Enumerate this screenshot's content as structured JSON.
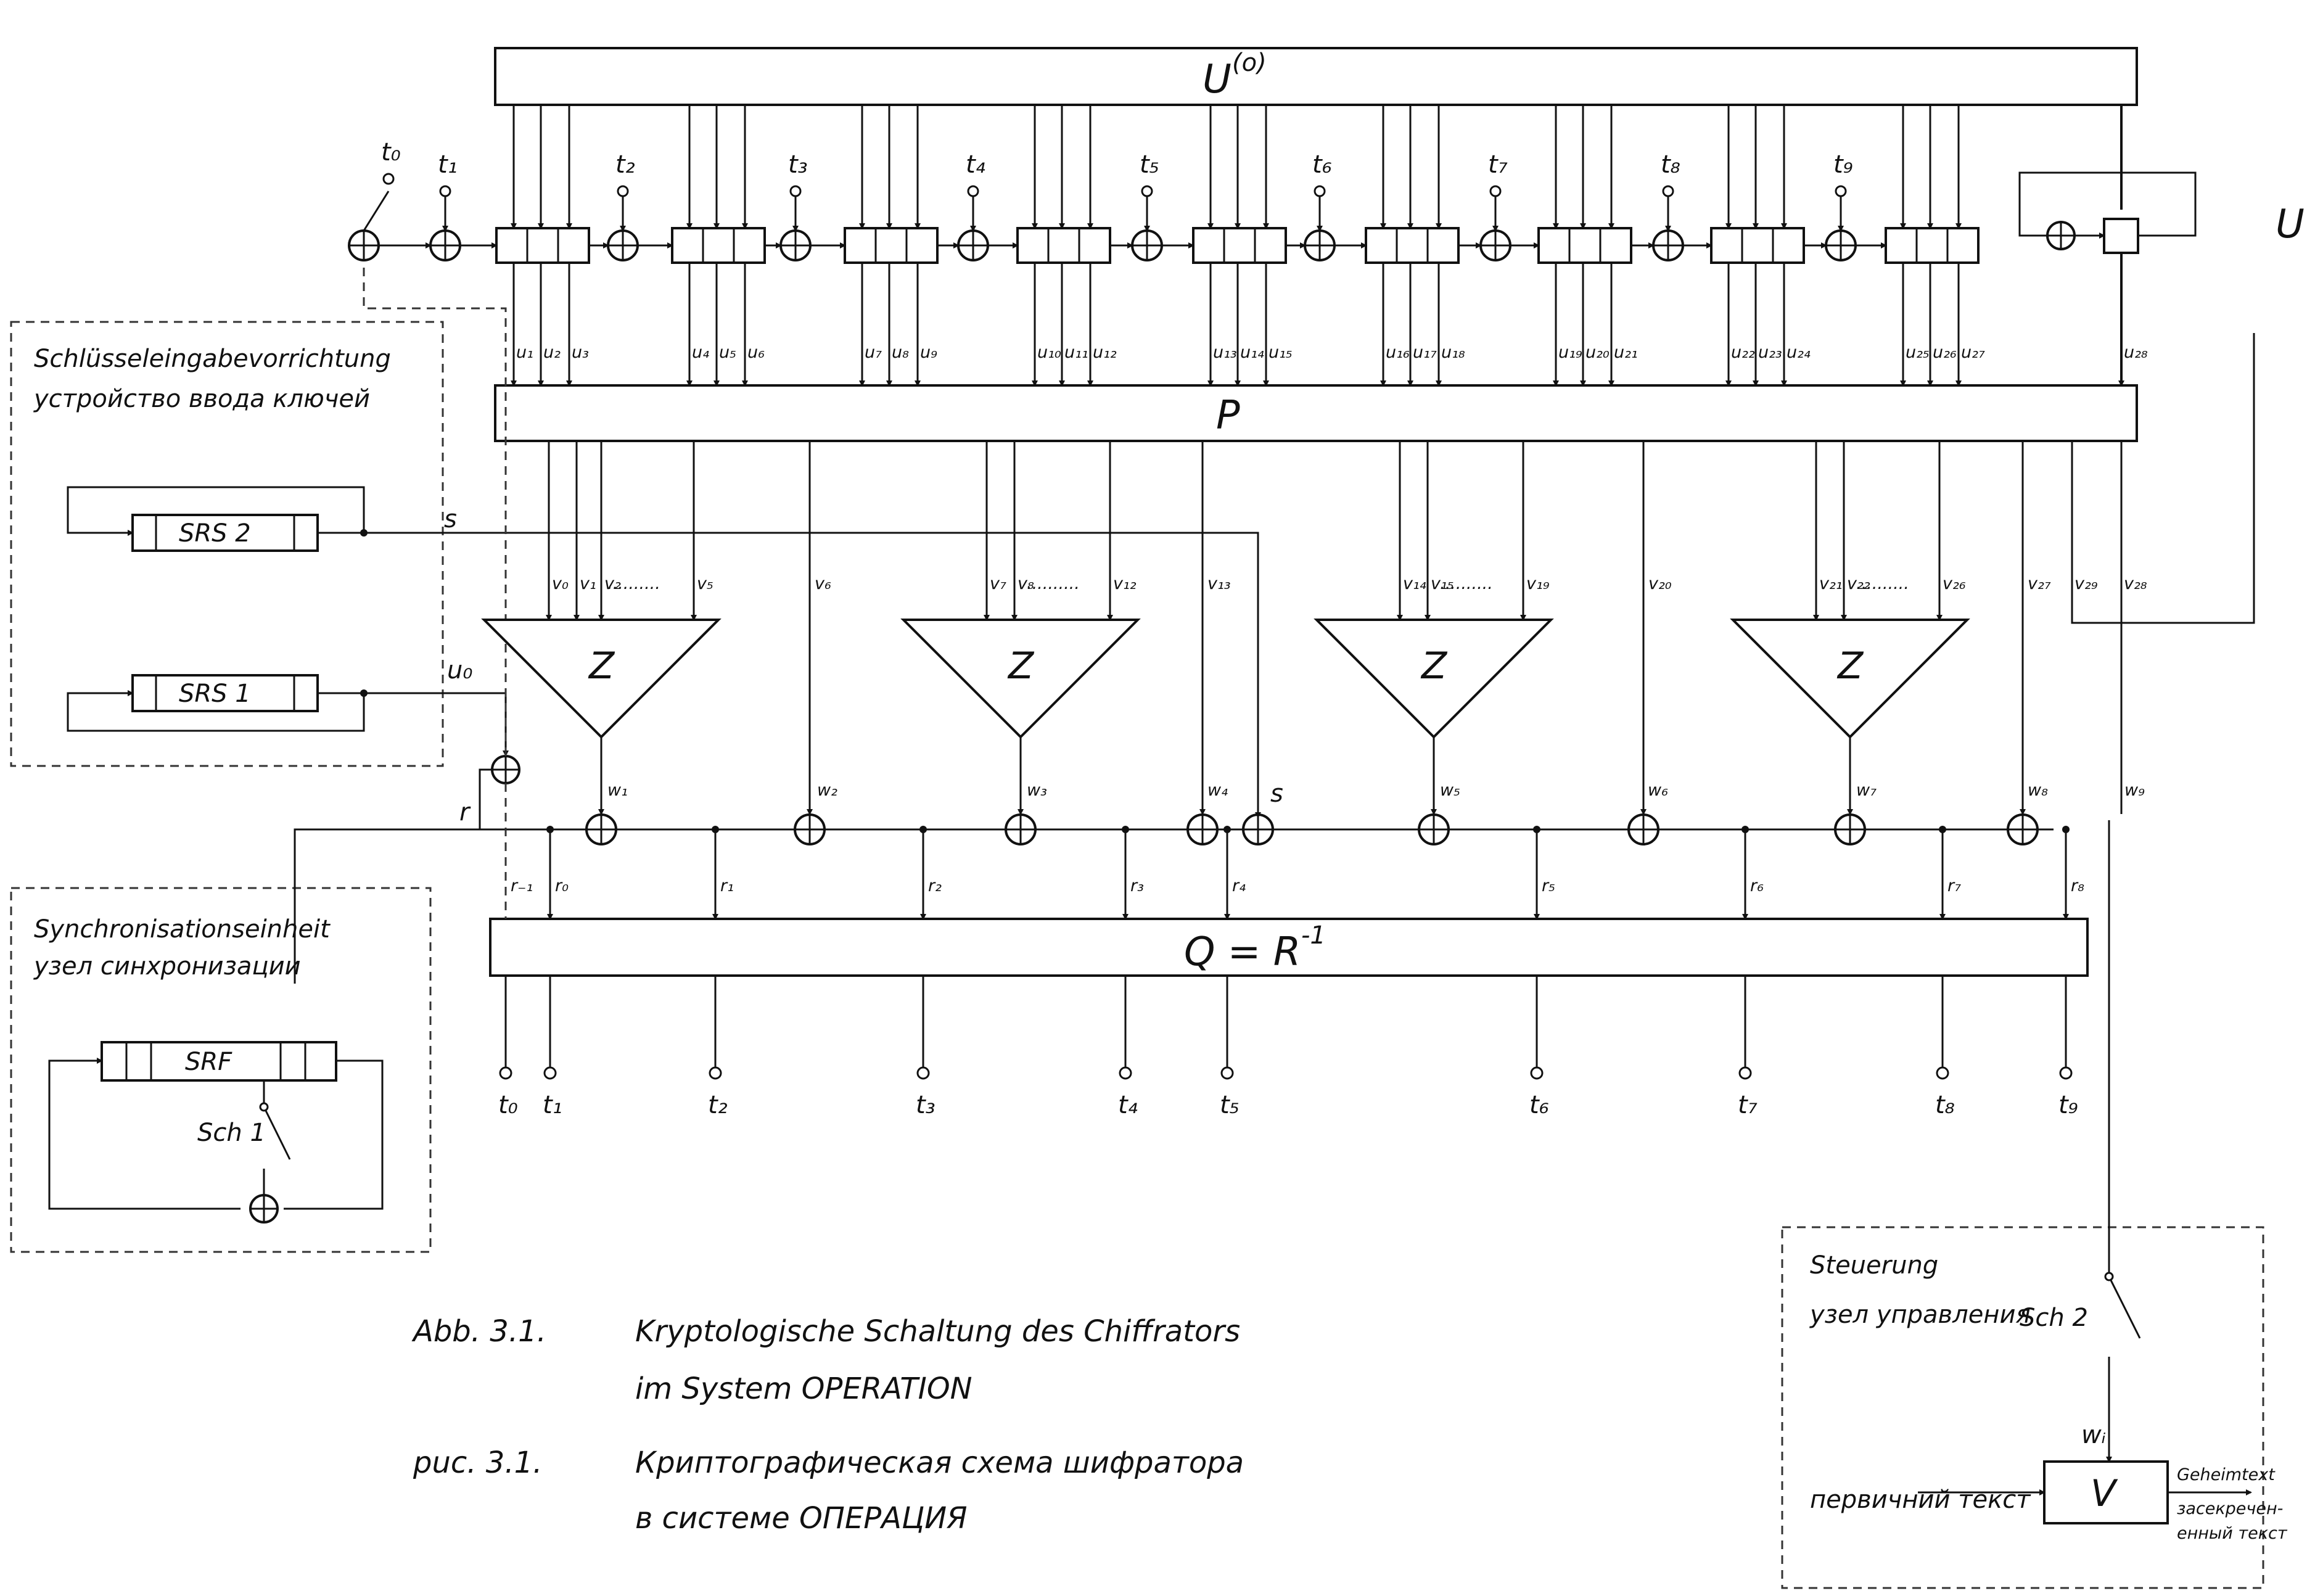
{
  "buses": {
    "u0": "U",
    "u0_sup": "(o)",
    "p": "P",
    "q": "Q = R",
    "q_sup": "-1",
    "u_feedback": "U"
  },
  "taps_top": [
    "t₀",
    "t₁",
    "t₂",
    "t₃",
    "t₄",
    "t₅",
    "t₆",
    "t₇",
    "t₈",
    "t₉"
  ],
  "u_labels": [
    "u₁",
    "u₂",
    "u₃",
    "u₄",
    "u₅",
    "u₆",
    "u₇",
    "u₈",
    "u₉",
    "u₁₀",
    "u₁₁",
    "u₁₂",
    "u₁₃",
    "u₁₄",
    "u₁₅",
    "u₁₆",
    "u₁₇",
    "u₁₈",
    "u₁₉",
    "u₂₀",
    "u₂₁",
    "u₂₂",
    "u₂₃",
    "u₂₄",
    "u₂₅",
    "u₂₆",
    "u₂₇",
    "u₂₈"
  ],
  "z_label": "Z",
  "v_labels": {
    "g1": [
      "v₀",
      "v₁",
      "v₂",
      "v₅"
    ],
    "g1_dots": "..........",
    "v6": "v₆",
    "g2": [
      "v₇",
      "v₈",
      "v₁₂"
    ],
    "g2_dots": "..........",
    "v13": "v₁₃",
    "g3": [
      "v₁₄",
      "v₁₅",
      "v₁₉"
    ],
    "g3_dots": "..........",
    "v20": "v₂₀",
    "g4": [
      "v₂₁",
      "v₂₂",
      "v₂₆"
    ],
    "g4_dots": "..........",
    "v27": "v₂₇",
    "v28": "v₂₈",
    "v29": "v₂₉"
  },
  "w_labels": [
    "w₁",
    "w₂",
    "w₃",
    "w₄",
    "w₅",
    "w₆",
    "w₇",
    "w₈",
    "w₉"
  ],
  "s_label": "s",
  "u0_in": "u₀",
  "r_label": "r",
  "r_labels": [
    "r₋₁",
    "r₀",
    "r₁",
    "r₂",
    "r₃",
    "r₄",
    "r₅",
    "r₆",
    "r₇",
    "r₈"
  ],
  "outputs": [
    "t₀",
    "t₁",
    "t₂",
    "t₃",
    "t₄",
    "t₅",
    "t₆",
    "t₇",
    "t₈",
    "t₉"
  ],
  "key_unit": {
    "title_de": "Schlüsseleingabevorrichtung",
    "title_ru": "устройство ввода ключей",
    "srs2": "SRS 2",
    "srs1": "SRS 1"
  },
  "sync_unit": {
    "title_de": "Synchronisationseinheit",
    "title_ru": "узел синхронизации",
    "srf": "SRF",
    "switch": "Sch 1"
  },
  "control_unit": {
    "title_de": "Steuerung",
    "title_ru": "узел управления",
    "switch": "Sch 2",
    "wi": "wᵢ",
    "v": "V",
    "input": "первичний текст",
    "output_de": "Geheimtext",
    "output_ru1": "засекречен-",
    "output_ru2": "енный текст"
  },
  "captions": {
    "de_num": "Abb. 3.1.",
    "de_line1": "Kryptologische Schaltung des Chiffrators",
    "de_line2": "im System  OPERATION",
    "ru_num": "рuc. 3.1.",
    "ru_line1": "Криптографическая схема шифратора",
    "ru_line2": "в системе  ОПЕРАЦИЯ"
  }
}
